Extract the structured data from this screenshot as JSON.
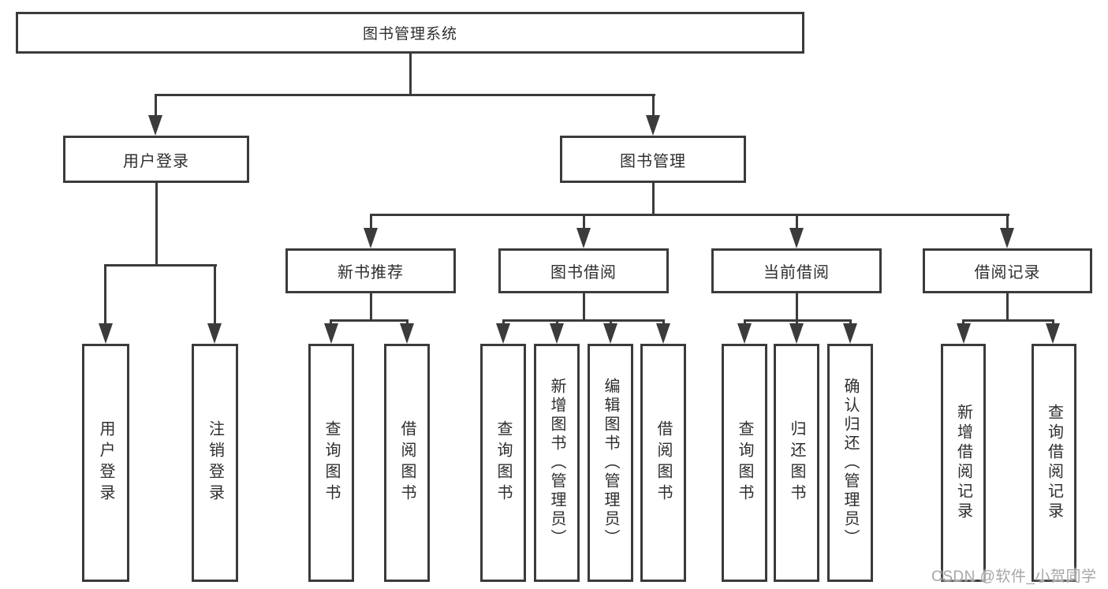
{
  "diagram": {
    "root": {
      "label": "图书管理系统"
    },
    "children": [
      {
        "label": "用户登录",
        "children": [
          {
            "label": "用户登录"
          },
          {
            "label": "注销登录"
          }
        ]
      },
      {
        "label": "图书管理",
        "children": [
          {
            "label": "新书推荐",
            "children": [
              {
                "label": "查询图书"
              },
              {
                "label": "借阅图书"
              }
            ]
          },
          {
            "label": "图书借阅",
            "children": [
              {
                "label": "查询图书"
              },
              {
                "label": "新增图书（管理员）"
              },
              {
                "label": "编辑图书（管理员）"
              },
              {
                "label": "借阅图书"
              }
            ]
          },
          {
            "label": "当前借阅",
            "children": [
              {
                "label": "查询图书"
              },
              {
                "label": "归还图书"
              },
              {
                "label": "确认归还（管理员）"
              }
            ]
          },
          {
            "label": "借阅记录",
            "children": [
              {
                "label": "新增借阅记录"
              },
              {
                "label": "查询借阅记录"
              }
            ]
          }
        ]
      }
    ]
  },
  "watermark": {
    "text": "CSDN @软件_小贺同学"
  },
  "colors": {
    "line": "#3b3b3b",
    "text": "#2e2e2e",
    "watermark": "#a6a6a6",
    "background": "#ffffff"
  }
}
